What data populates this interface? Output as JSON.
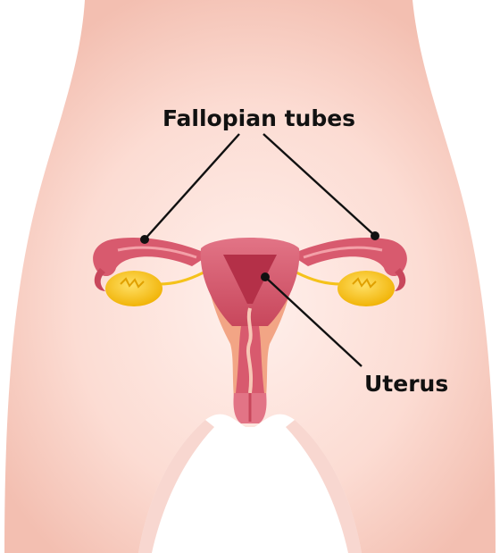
{
  "labels": {
    "fallopian_tubes": "Fallopian tubes",
    "uterus": "Uterus"
  },
  "colors": {
    "background": "#ffffff",
    "skin_light": "#fde3dc",
    "skin_mid": "#f9cfc4",
    "skin_shadow": "#f4bcb0",
    "uterus_dark": "#c8475c",
    "uterus_mid": "#dc6878",
    "uterus_inner": "#b43048",
    "muscle_orange": "#f2a585",
    "ovary_yellow": "#f5c21a",
    "ovary_dark": "#e0a000",
    "label_line": "#111111"
  },
  "icons": {
    "pointer_dot": "filled-circle"
  }
}
